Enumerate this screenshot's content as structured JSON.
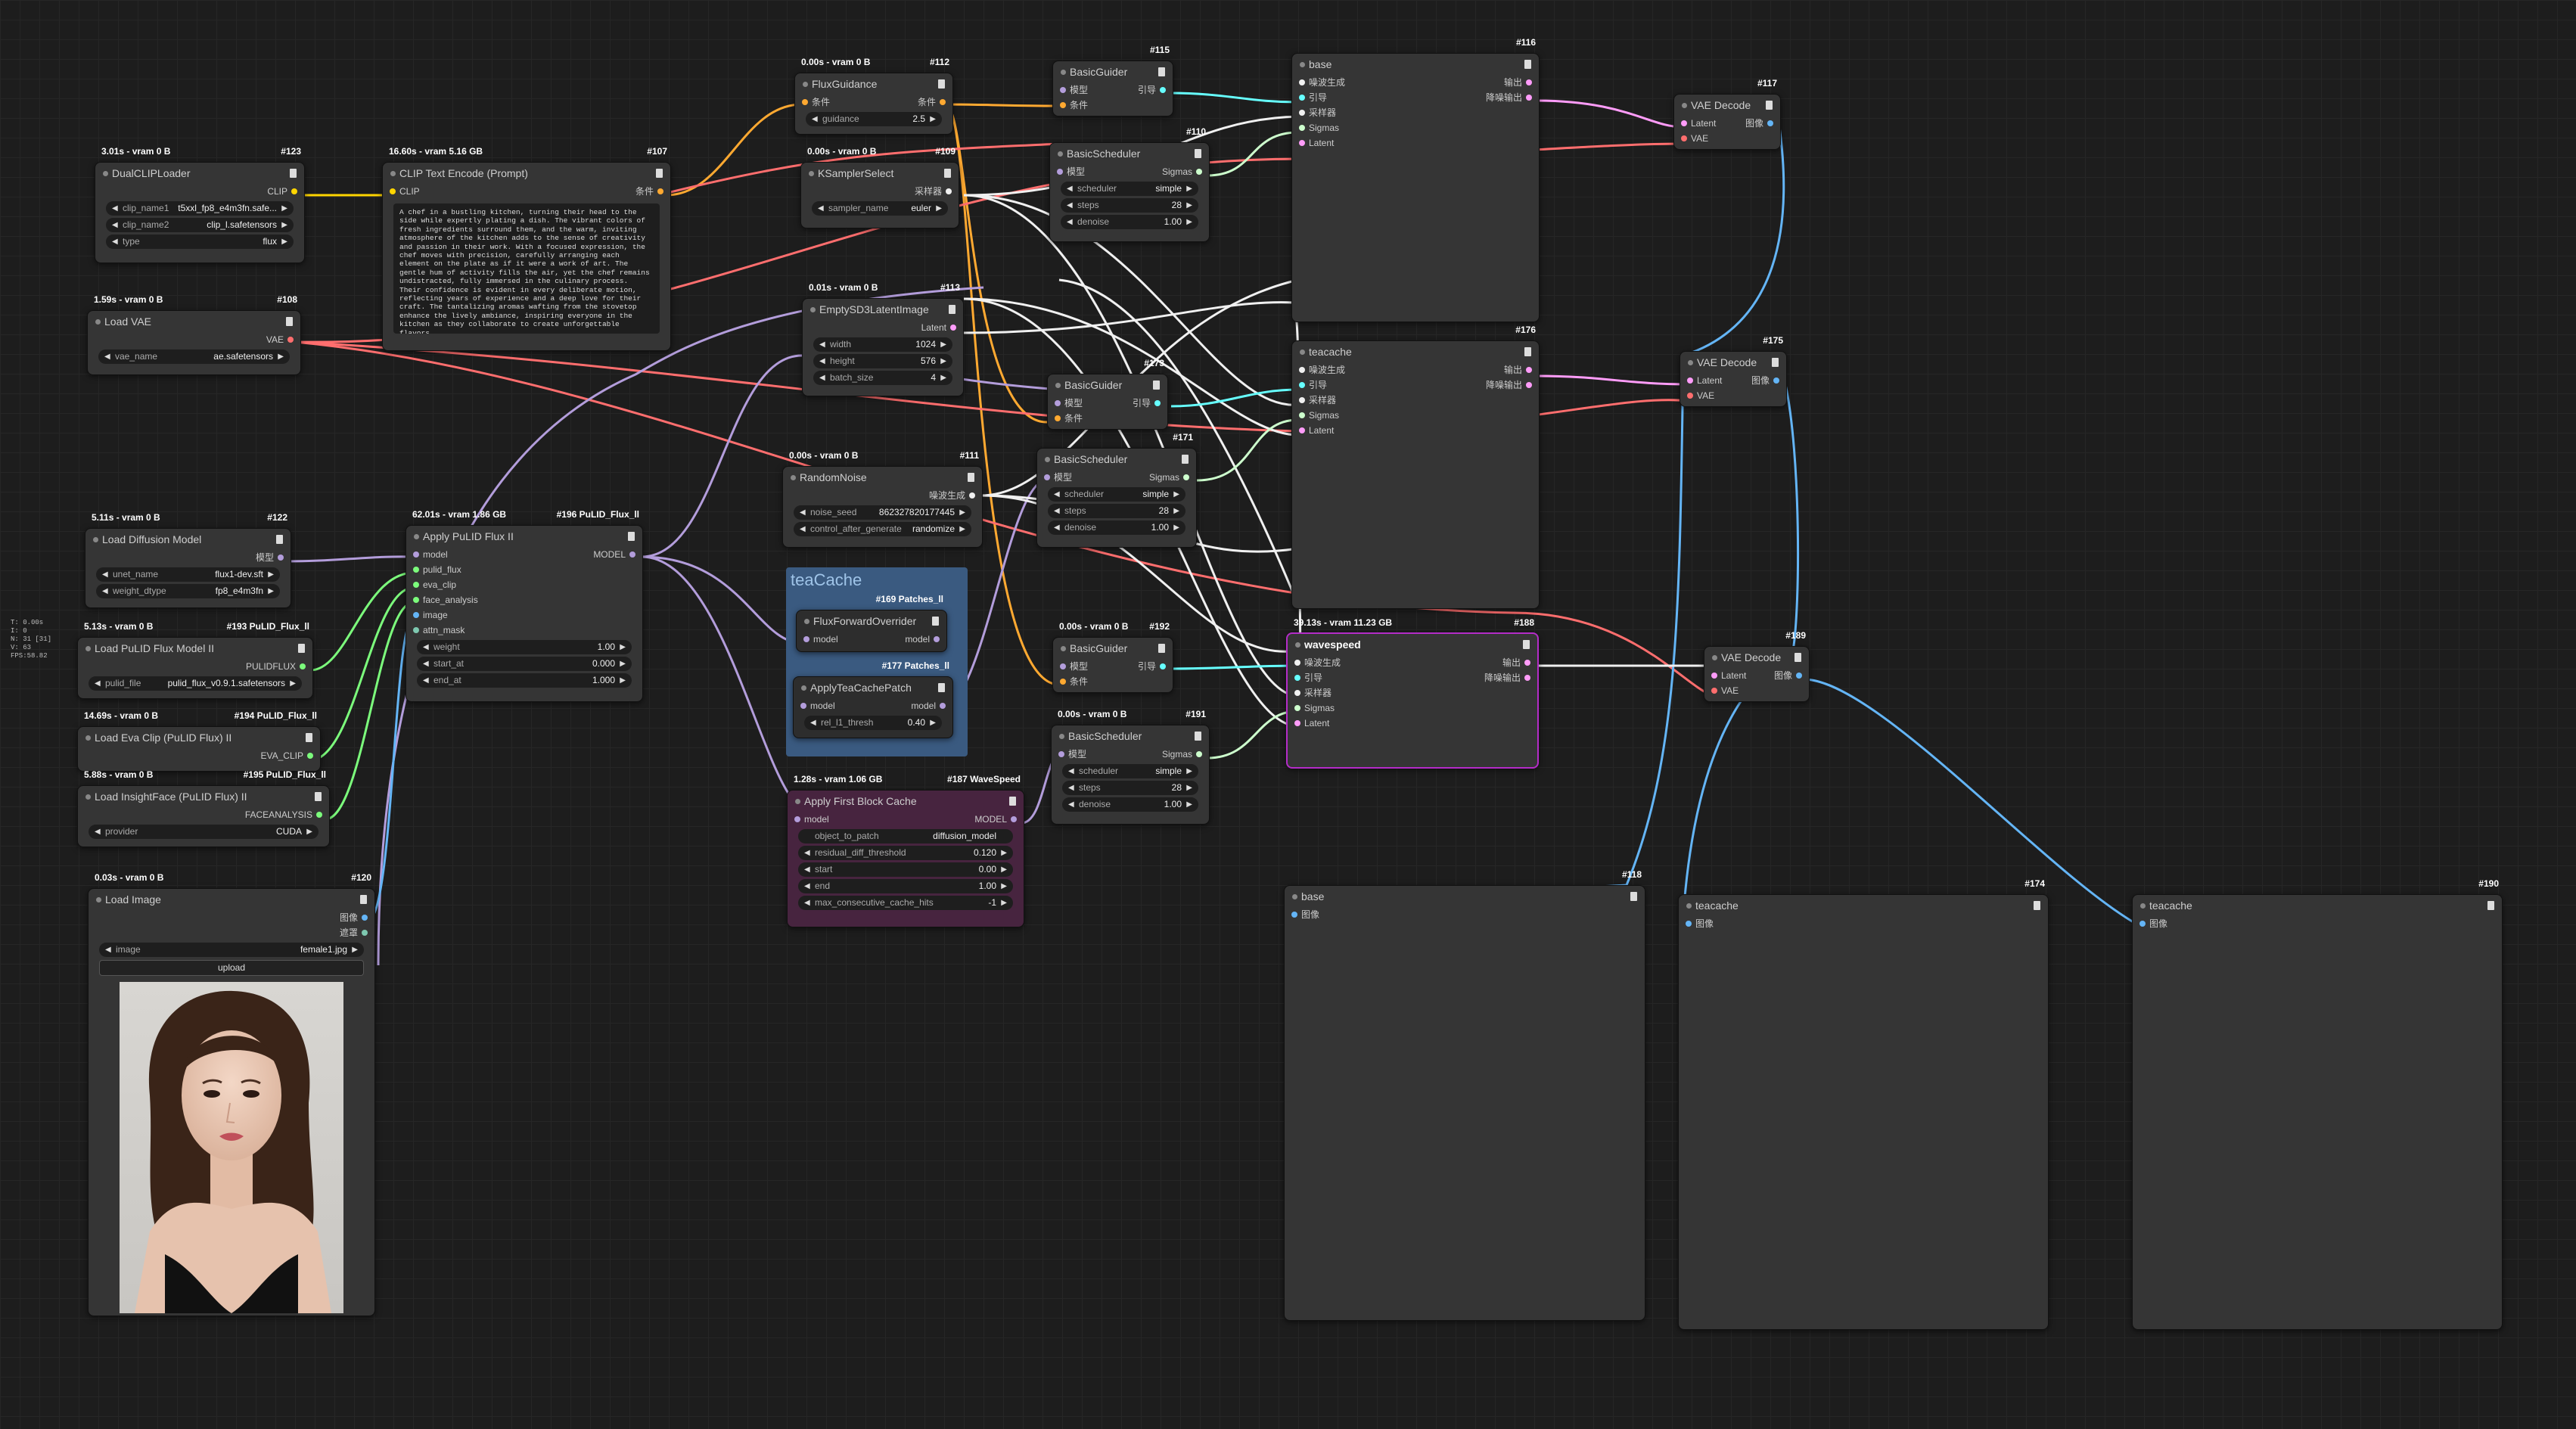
{
  "stats": [
    "T: 0.00s",
    "I: 0",
    "N: 31 [31]",
    "V: 63",
    "FPS:58.82"
  ],
  "colors": {
    "clip": "#ffd500",
    "conditioning": "#ffa931",
    "model": "#b39ddb",
    "latent": "#ff9cf9",
    "vae": "#ff6e6e",
    "image": "#64b5f6",
    "sampler": "#f0f0f0",
    "sigmas": "#cdffcd",
    "guider": "#66ffff",
    "noise": "#f0f0f0",
    "pulid": "#7cfc7c",
    "selected": "#b42cc8"
  },
  "group": {
    "title": "teaCache"
  },
  "nodes": {
    "n123": {
      "stat": "3.01s - vram 0 B",
      "id": "#123",
      "title": "DualCLIPLoader",
      "out": "CLIP",
      "w1l": "clip_name1",
      "w1v": "t5xxl_fp8_e4m3fn.safe...",
      "w2l": "clip_name2",
      "w2v": "clip_l.safetensors",
      "w3l": "type",
      "w3v": "flux"
    },
    "n108": {
      "stat": "1.59s - vram 0 B",
      "id": "#108",
      "title": "Load VAE",
      "out": "VAE",
      "w1l": "vae_name",
      "w1v": "ae.safetensors"
    },
    "n107": {
      "stat": "16.60s - vram 5.16 GB",
      "id": "#107",
      "title": "CLIP Text Encode (Prompt)",
      "in": "CLIP",
      "out": "条件",
      "text": "A chef in a bustling kitchen, turning their head to the side while expertly plating a dish. The vibrant colors of fresh ingredients surround them, and the warm, inviting atmosphere of the kitchen adds to the sense of creativity and passion in their work. With a focused expression, the chef moves with precision, carefully arranging each element on the plate as if it were a work of art. The gentle hum of activity fills the air, yet the chef remains undistracted, fully immersed in the culinary process. Their confidence is evident in every deliberate motion, reflecting years of experience and a deep love for their craft. The tantalizing aromas wafting from the stovetop enhance the lively ambiance, inspiring everyone in the kitchen as they collaborate to create unforgettable flavors."
    },
    "n112": {
      "stat": "0.00s - vram 0 B",
      "id": "#112",
      "title": "FluxGuidance",
      "in": "条件",
      "out": "条件",
      "w1l": "guidance",
      "w1v": "2.5"
    },
    "n109": {
      "stat": "0.00s - vram 0 B",
      "id": "#109",
      "title": "KSamplerSelect",
      "out": "采样器",
      "w1l": "sampler_name",
      "w1v": "euler"
    },
    "n115": {
      "id": "#115",
      "title": "BasicGuider",
      "in1": "模型",
      "in2": "条件",
      "out": "引导"
    },
    "n110": {
      "id": "#110",
      "title": "BasicScheduler",
      "in": "模型",
      "out": "Sigmas",
      "w1l": "scheduler",
      "w1v": "simple",
      "w2l": "steps",
      "w2v": "28",
      "w3l": "denoise",
      "w3v": "1.00"
    },
    "n116": {
      "id": "#116",
      "title": "base",
      "ins": [
        "噪波生成",
        "引导",
        "采样器",
        "Sigmas",
        "Latent"
      ],
      "out1": "输出",
      "out2": "降噪输出"
    },
    "n117": {
      "id": "#117",
      "title": "VAE Decode",
      "in1": "Latent",
      "in2": "VAE",
      "out": "图像"
    },
    "n113": {
      "stat": "0.01s - vram 0 B",
      "id": "#113",
      "title": "EmptySD3LatentImage",
      "out": "Latent",
      "w1l": "width",
      "w1v": "1024",
      "w2l": "height",
      "w2v": "576",
      "w3l": "batch_size",
      "w3v": "4"
    },
    "n173": {
      "id": "#173",
      "title": "BasicGuider",
      "in1": "模型",
      "in2": "条件",
      "out": "引导"
    },
    "n171": {
      "id": "#171",
      "title": "BasicScheduler",
      "in": "模型",
      "out": "Sigmas",
      "w1l": "scheduler",
      "w1v": "simple",
      "w2l": "steps",
      "w2v": "28",
      "w3l": "denoise",
      "w3v": "1.00"
    },
    "n176": {
      "id": "#176",
      "title": "teacache",
      "ins": [
        "噪波生成",
        "引导",
        "采样器",
        "Sigmas",
        "Latent"
      ],
      "out1": "输出",
      "out2": "降噪输出"
    },
    "n175": {
      "id": "#175",
      "title": "VAE Decode",
      "in1": "Latent",
      "in2": "VAE",
      "out": "图像"
    },
    "n111": {
      "stat": "0.00s - vram 0 B",
      "id": "#111",
      "title": "RandomNoise",
      "out": "噪波生成",
      "w1l": "noise_seed",
      "w1v": "862327820177445",
      "w2l": "control_after_generate",
      "w2v": "randomize"
    },
    "n122": {
      "stat": "5.11s - vram 0 B",
      "id": "#122",
      "title": "Load Diffusion Model",
      "out": "模型",
      "w1l": "unet_name",
      "w1v": "flux1-dev.sft",
      "w2l": "weight_dtype",
      "w2v": "fp8_e4m3fn"
    },
    "n196": {
      "stat": "62.01s - vram 1.86 GB",
      "id": "#196 PuLID_Flux_ll",
      "title": "Apply PuLID Flux II",
      "ins": [
        "model",
        "pulid_flux",
        "eva_clip",
        "face_analysis",
        "image",
        "attn_mask"
      ],
      "out": "MODEL",
      "w1l": "weight",
      "w1v": "1.00",
      "w2l": "start_at",
      "w2v": "0.000",
      "w3l": "end_at",
      "w3v": "1.000"
    },
    "n193": {
      "stat": "5.13s - vram 0 B",
      "id": "#193 PuLID_Flux_ll",
      "title": "Load PuLID Flux Model II",
      "out": "PULIDFLUX",
      "w1l": "pulid_file",
      "w1v": "pulid_flux_v0.9.1.safetensors"
    },
    "n194": {
      "stat": "14.69s - vram 0 B",
      "id": "#194 PuLID_Flux_ll",
      "title": "Load Eva Clip (PuLID Flux) II",
      "out": "EVA_CLIP"
    },
    "n195": {
      "stat": "5.88s - vram 0 B",
      "id": "#195 PuLID_Flux_ll",
      "title": "Load InsightFace (PuLID Flux) II",
      "out": "FACEANALYSIS",
      "w1l": "provider",
      "w1v": "CUDA"
    },
    "n120": {
      "stat": "0.03s - vram 0 B",
      "id": "#120",
      "title": "Load Image",
      "out1": "图像",
      "out2": "遮罩",
      "w1l": "image",
      "w1v": "female1.jpg",
      "upload": "upload"
    },
    "n169": {
      "id": "#169 Patches_ll",
      "title": "FluxForwardOverrider",
      "in": "model",
      "out": "model"
    },
    "n177": {
      "id": "#177 Patches_ll",
      "title": "ApplyTeaCachePatch",
      "in": "model",
      "out": "model",
      "w1l": "rel_l1_thresh",
      "w1v": "0.40"
    },
    "n192": {
      "stat": "0.00s - vram 0 B",
      "id": "#192",
      "title": "BasicGuider",
      "in1": "模型",
      "in2": "条件",
      "out": "引导"
    },
    "n191": {
      "stat": "0.00s - vram 0 B",
      "id": "#191",
      "title": "BasicScheduler",
      "in": "模型",
      "out": "Sigmas",
      "w1l": "scheduler",
      "w1v": "simple",
      "w2l": "steps",
      "w2v": "28",
      "w3l": "denoise",
      "w3v": "1.00"
    },
    "n188": {
      "stat": "39.13s - vram 11.23 GB",
      "id": "#188",
      "title": "wavespeed",
      "ins": [
        "噪波生成",
        "引导",
        "采样器",
        "Sigmas",
        "Latent"
      ],
      "out1": "输出",
      "out2": "降噪输出"
    },
    "n189": {
      "id": "#189",
      "title": "VAE Decode",
      "in1": "Latent",
      "in2": "VAE",
      "out": "图像"
    },
    "n187": {
      "stat": "1.28s - vram 1.06 GB",
      "id": "#187 WaveSpeed",
      "title": "Apply First Block Cache",
      "in": "model",
      "out": "MODEL",
      "w1l": "object_to_patch",
      "w1v": "diffusion_model",
      "w2l": "residual_diff_threshold",
      "w2v": "0.120",
      "w3l": "start",
      "w3v": "0.00",
      "w4l": "end",
      "w4v": "1.00",
      "w5l": "max_consecutive_cache_hits",
      "w5v": "-1"
    },
    "n118": {
      "id": "#118",
      "title": "base",
      "in": "图像"
    },
    "n174": {
      "id": "#174",
      "title": "teacache",
      "in": "图像"
    },
    "n190": {
      "id": "#190",
      "title": "teacache",
      "in": "图像"
    }
  }
}
